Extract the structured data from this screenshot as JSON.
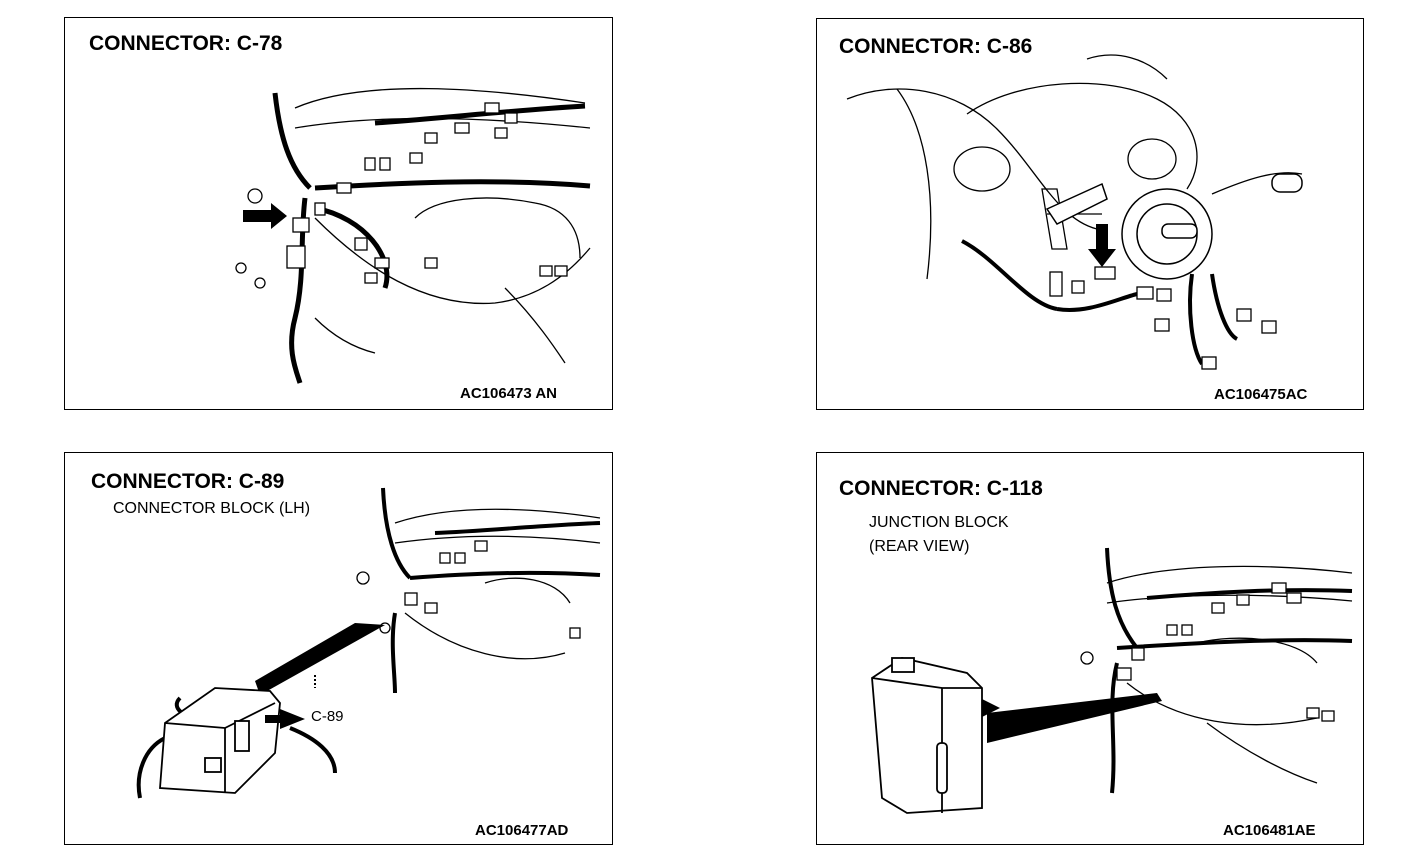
{
  "panels": [
    {
      "title": "CONNECTOR: C-78",
      "code": "AC106473 AN"
    },
    {
      "title": "CONNECTOR: C-86",
      "code": "AC106475AC"
    },
    {
      "title": "CONNECTOR: C-89",
      "subtitle": "CONNECTOR BLOCK (LH)",
      "callout": "C-89",
      "code": "AC106477AD"
    },
    {
      "title": "CONNECTOR: C-118",
      "subtitle_line1": "JUNCTION BLOCK",
      "subtitle_line2": "(REAR VIEW)",
      "code": "AC106481AE"
    }
  ]
}
